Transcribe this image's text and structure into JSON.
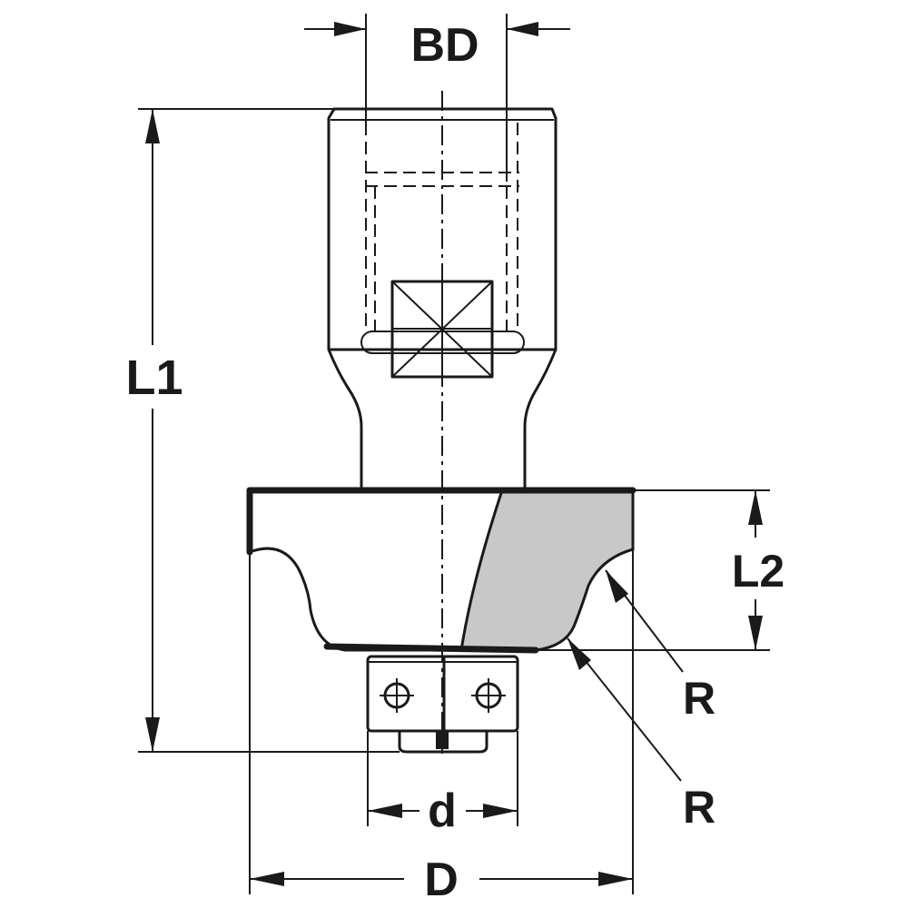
{
  "drawing": {
    "labels": {
      "bore_diameter": "BD",
      "overall_length": "L1",
      "cutting_height": "L2",
      "radius_upper": "R",
      "radius_lower": "R",
      "bearing_diameter": "d",
      "cutter_diameter": "D"
    },
    "colors": {
      "line": "#1a1a1a",
      "carbide_insert": "#c8c8c8",
      "background": "#ffffff"
    }
  }
}
